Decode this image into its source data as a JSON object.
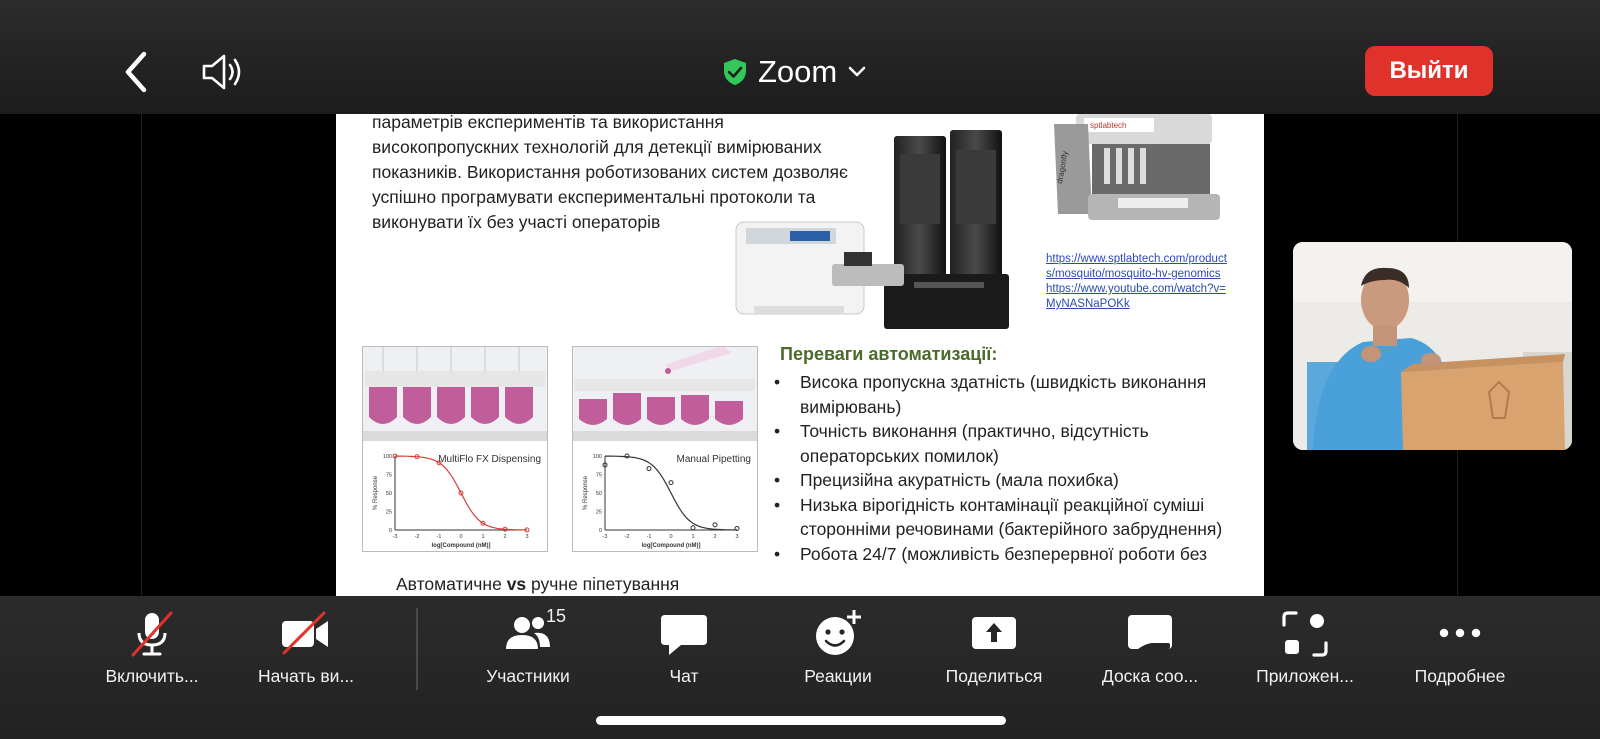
{
  "header": {
    "meeting_title": "Zoom",
    "leave_label": "Выйти",
    "colors": {
      "leave": "#e0322b",
      "shield": "#34c759"
    }
  },
  "slide": {
    "intro_lines": [
      "параметрів експериментів та використання",
      "високопропускних технологій для детекції вимірюваних",
      "показників. Використання роботизованих систем  дозволяє",
      "успішно програмувати експериментальні протоколи та",
      "виконувати їх без участі операторів"
    ],
    "links": [
      "https://www.sptlabtech.com/product",
      "s/mosquito/mosquito-hv-genomics",
      "https://www.youtube.com/watch?v=",
      "MyNASNaPOKk"
    ],
    "device_brand": "sptlabtech",
    "device_name": "dragonfly",
    "advantages_title": "Переваги автоматизації:",
    "advantages": [
      "Висока пропускна здатність (швидкість виконання вимірювань)",
      "Точність виконання (практично, відсутність операторських помилок)",
      "Прецизійна акуратність (мала похибка)",
      "Низька вірогідність контамінації реакційної суміші сторонніми речовинами (бактерійного забруднення)",
      "Робота 24/7 (можливість безперервної роботи без"
    ],
    "plot_caption_pre": "Автоматичне ",
    "plot_caption_vs": "vs",
    "plot_caption_post": " ручне  піпетування",
    "plot_left": {
      "title": "MultiFlo FX Dispensing",
      "ylabel": "% Response",
      "xlabel": "log[Compound (nM)]",
      "yticks": [
        "100",
        "75",
        "50",
        "25",
        "0"
      ],
      "xticks": [
        "-3",
        "-2",
        "-1",
        "0",
        "1",
        "2",
        "3"
      ],
      "color": "#d0413a"
    },
    "plot_right": {
      "title": "Manual Pipetting",
      "ylabel": "% Response",
      "xlabel": "log[Compound (nM)]",
      "yticks": [
        "100",
        "75",
        "50",
        "25",
        "0"
      ],
      "xticks": [
        "-3",
        "-2",
        "-1",
        "0",
        "1",
        "2",
        "3"
      ],
      "color": "#333333"
    }
  },
  "toolbar": {
    "items": [
      {
        "label": "Включить...",
        "icon": "microphone-muted-icon"
      },
      {
        "label": "Начать ви...",
        "icon": "video-camera-off-icon"
      },
      {
        "label": "Участники",
        "icon": "participants-icon"
      },
      {
        "label": "Чат",
        "icon": "chat-bubble-icon"
      },
      {
        "label": "Реакции",
        "icon": "emoji-add-icon"
      },
      {
        "label": "Поделиться",
        "icon": "share-screen-icon"
      },
      {
        "label": "Доска соо...",
        "icon": "whiteboard-icon"
      },
      {
        "label": "Приложен...",
        "icon": "apps-icon"
      },
      {
        "label": "Подробнее",
        "icon": "more-dots-icon"
      }
    ],
    "participants_count": "15"
  }
}
